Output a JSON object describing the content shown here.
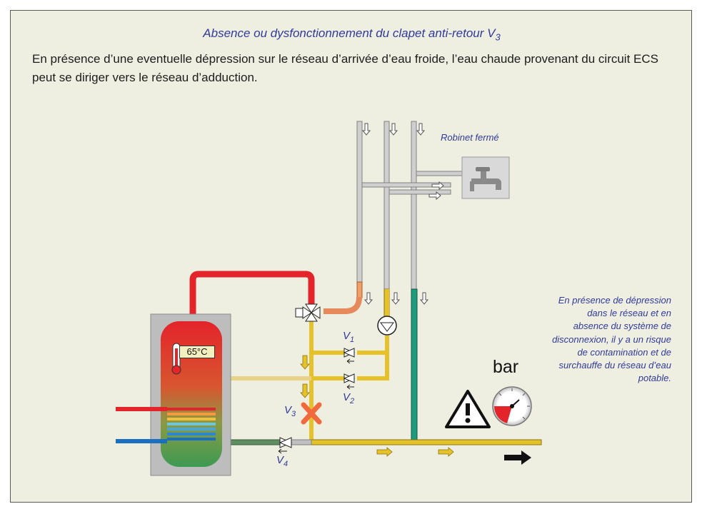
{
  "header": {
    "title_text": "Absence ou dysfonctionnement du clapet anti-retour V",
    "title_sub": "3",
    "intro": "En présence d’une eventuelle dépression sur le réseau d’arrivée d’eau froide, l’eau chaude provenant du circuit ECS peut se diriger vers le réseau d’adduction."
  },
  "diagram": {
    "faucet_label": "Robinet fermé",
    "temperature": "65°C",
    "pressure_unit": "bar",
    "side_note": "En présence de dépression dans le réseau et en absence du système de disconnexion, il y a un risque de contamination et de surchauffe du réseau d’eau potable.",
    "valves": [
      {
        "letter": "V",
        "index": "1"
      },
      {
        "letter": "V",
        "index": "2"
      },
      {
        "letter": "V",
        "index": "3"
      },
      {
        "letter": "V",
        "index": "4"
      }
    ]
  },
  "colors": {
    "hot": "#e3242b",
    "cold": "#1b6fc0",
    "dhw": "#e6c22a",
    "recirc": "#1e9a7c",
    "grey_pipe": "#c8c8c8",
    "title": "#2f3a9a",
    "fault": "#f06a3d"
  }
}
